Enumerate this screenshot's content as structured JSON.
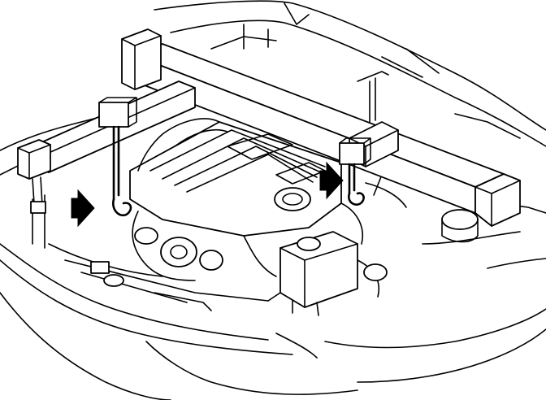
{
  "diagram": {
    "subject": "engine-support-fixture-installed-across-engine-bay",
    "colors": {
      "line": "#000000",
      "background": "#ffffff"
    },
    "callouts": [
      {
        "name": "arrow-left-lift-hook",
        "direction": "right"
      },
      {
        "name": "arrow-right-lift-hook",
        "direction": "right"
      }
    ]
  }
}
